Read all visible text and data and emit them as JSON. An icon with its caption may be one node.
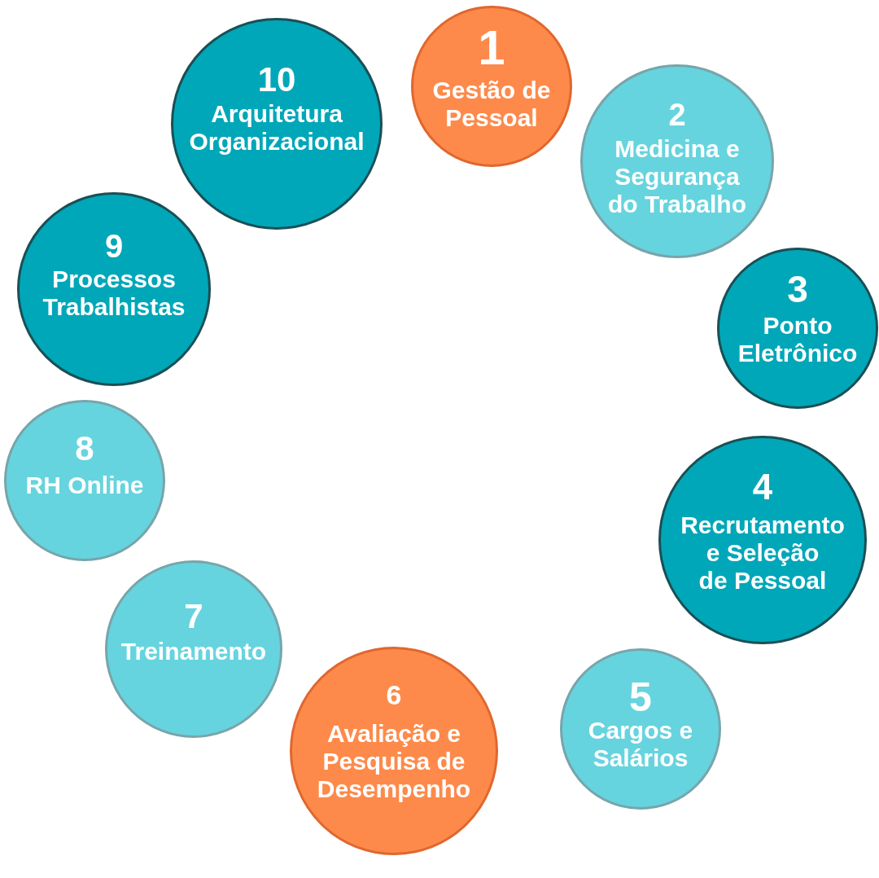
{
  "diagram": {
    "nodes": [
      {
        "text": [
          "1",
          "Gestão de Pessoal"
        ]
      },
      {
        "text": [
          "2",
          "Medicina e Segurança do Trabalho"
        ]
      },
      {
        "text": [
          "3",
          "Ponto Eletrônico"
        ]
      },
      {
        "text": [
          "4",
          "Recrutamento e Seleção de Pessoal"
        ]
      },
      {
        "text": [
          "5",
          "Cargos e Salários"
        ]
      },
      {
        "text": [
          "6",
          "Avaliação e Pesquisa de Desempenho"
        ]
      },
      {
        "text": [
          "7",
          "Treinamento"
        ]
      },
      {
        "text": [
          "8",
          "RH Online"
        ]
      },
      {
        "text": [
          "9",
          "Processos Trabalhistas"
        ]
      },
      {
        "text": [
          "10",
          "Arquitetura Organizacional"
        ]
      }
    ]
  }
}
